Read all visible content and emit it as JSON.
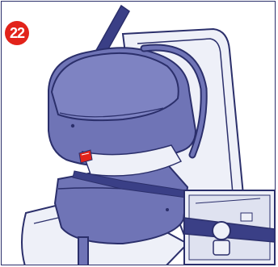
{
  "step": {
    "number": "22"
  },
  "colors": {
    "outline": "#2b2f6b",
    "shell_fill": "#6f74b6",
    "shell_dark": "#4a4f95",
    "seat_fill": "#eef0f8",
    "belt": "#3a3f86",
    "badge": "#e2231a",
    "highlight": "#e2231a"
  },
  "illustration": {
    "subject": "infant-carrier-installed-on-base",
    "inset": "belt-clip-detail"
  }
}
